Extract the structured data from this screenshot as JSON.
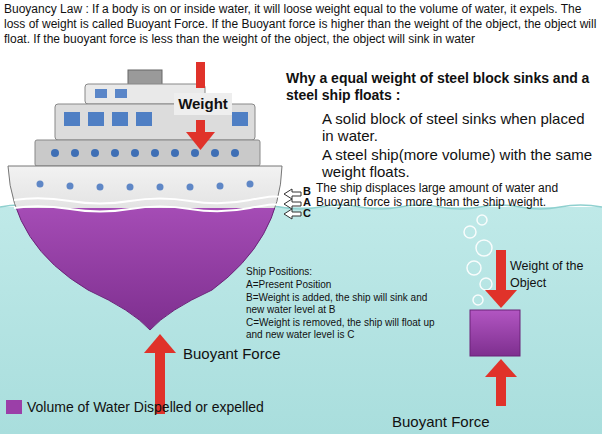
{
  "diagram": {
    "title": "Why a equal weight of steel block sinks and a steel ship floats :",
    "labels": [
      "Buoyancy Law : If a body is on or inside water, it will loose weight equal to the volume of water, it expels. The loss of weight is called Buoyant Force. If the Buoyant force is higher than the weight of the object, the object will float. If the buoyant force is less than the weight of the object, the object will sink in water",
      "A solid block of steel sinks when placed in water.",
      "A steel ship(more volume) with the same weight floats.",
      "The ship displaces large amount of water and Buoyant force is more than the ship weight.",
      "Weight",
      "B",
      "A",
      "C",
      "Ship Positions:",
      "A=Present Position",
      "B=Weight is added, the ship will sink and new water level at B",
      "C=Weight is removed, the ship will float up and new water level is C",
      "Weight of the Object",
      "Buoyant Force",
      "Buoyant Force"
    ],
    "legend": [
      {
        "text": "Volume of Water Dispelled or expelled",
        "color": "#9b3fa8"
      }
    ]
  }
}
